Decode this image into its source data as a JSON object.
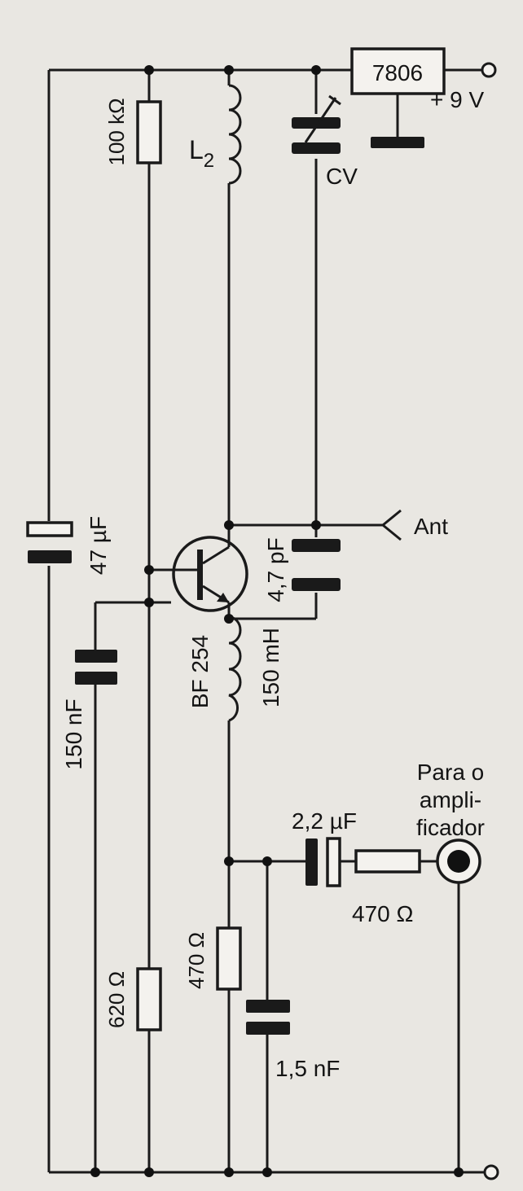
{
  "regulator": {
    "label": "7806"
  },
  "supply": {
    "label": "+ 9 V"
  },
  "resistors": {
    "r100k": "100 kΩ",
    "r620": "620 Ω",
    "r470e": "470 Ω",
    "r470o": "470 Ω"
  },
  "capacitors": {
    "c47u": "47 µF",
    "c150n": "150 nF",
    "c4p7": "4,7 pF",
    "c2u2": "2,2 µF",
    "c1n5": "1,5 nF",
    "cv": "CV"
  },
  "inductors": {
    "l2_main": "L",
    "l2_sub": "2",
    "choke": "150 mH"
  },
  "transistor": {
    "label": "BF 254"
  },
  "antenna": {
    "label": "Ant"
  },
  "output": {
    "line1": "Para o",
    "line2": "ampli-",
    "line3": "ficador"
  }
}
